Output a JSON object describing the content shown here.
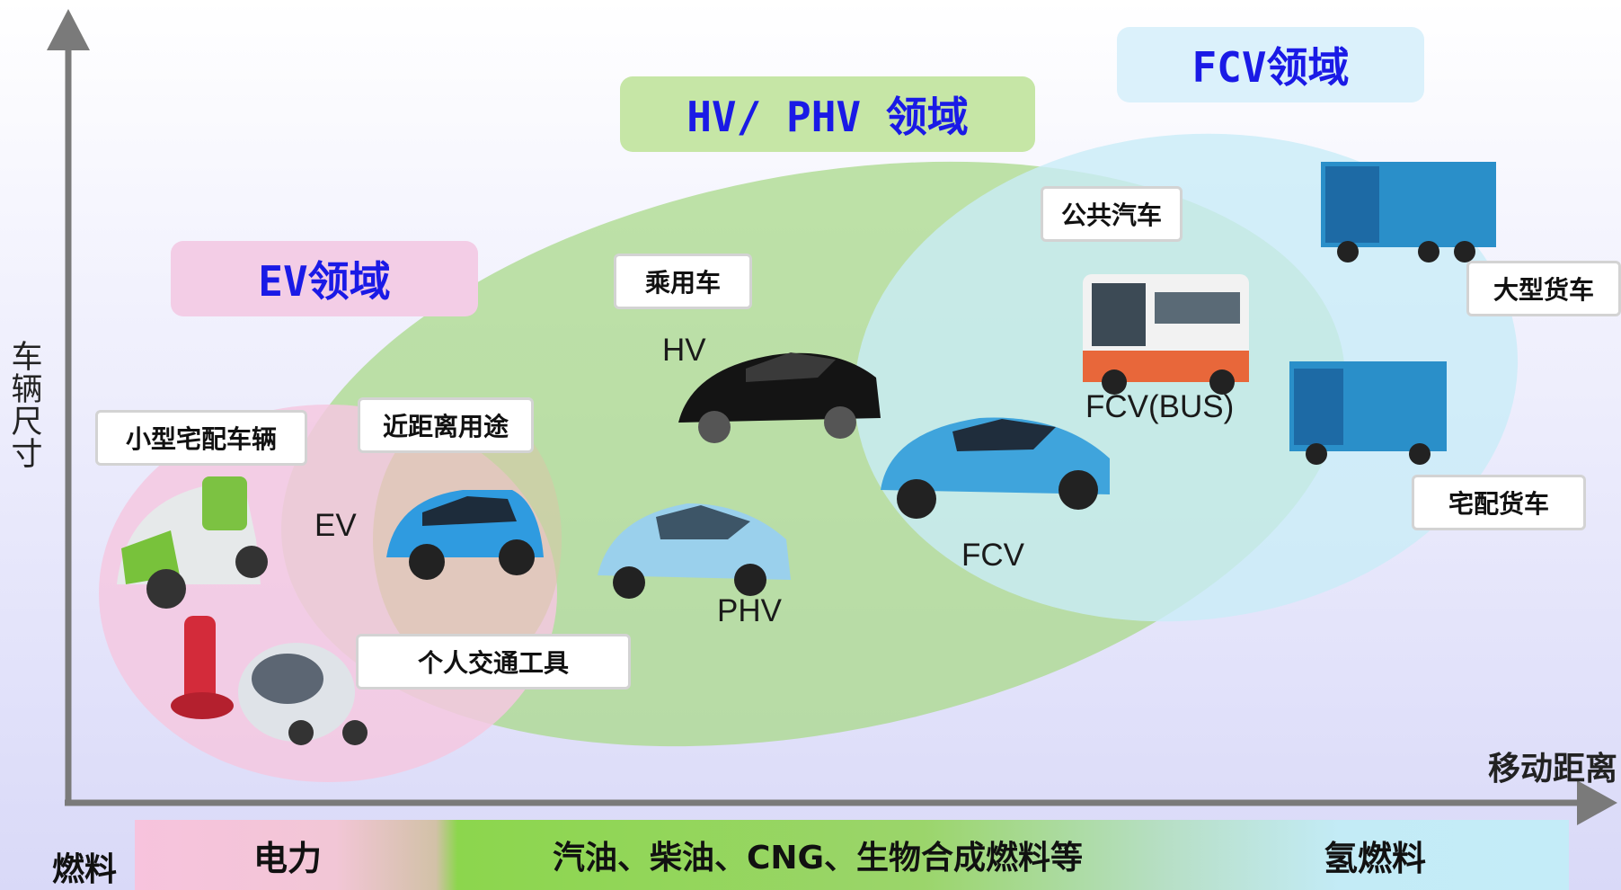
{
  "axes": {
    "y_label": "车辆尺寸",
    "x_label": "移动距离"
  },
  "domains": {
    "ev": "EV领域",
    "hv_phv": "HV/ PHV 领域",
    "fcv": "FCV领域"
  },
  "categories": {
    "small_delivery": "小型宅配车辆",
    "short_range": "近距离用途",
    "personal_mobility": "个人交通工具",
    "passenger_car": "乘用车",
    "public_bus": "公共汽车",
    "large_truck": "大型货车",
    "delivery_truck": "宅配货车"
  },
  "vehicles": {
    "ev": "EV",
    "hv": "HV",
    "phv": "PHV",
    "fcv": "FCV",
    "fcv_bus": "FCV(BUS)"
  },
  "fuel": {
    "title": "燃料",
    "electric": "电力",
    "fossil": "汽油、柴油、CNG、生物合成燃料等",
    "hydrogen": "氢燃料"
  },
  "colors": {
    "ev_region": "#f5c8e0",
    "hv_region": "#a9d98a",
    "fcv_region": "#c9ecf7",
    "banner_text": "#1a1ae6",
    "axis": "#7a7a7a"
  }
}
